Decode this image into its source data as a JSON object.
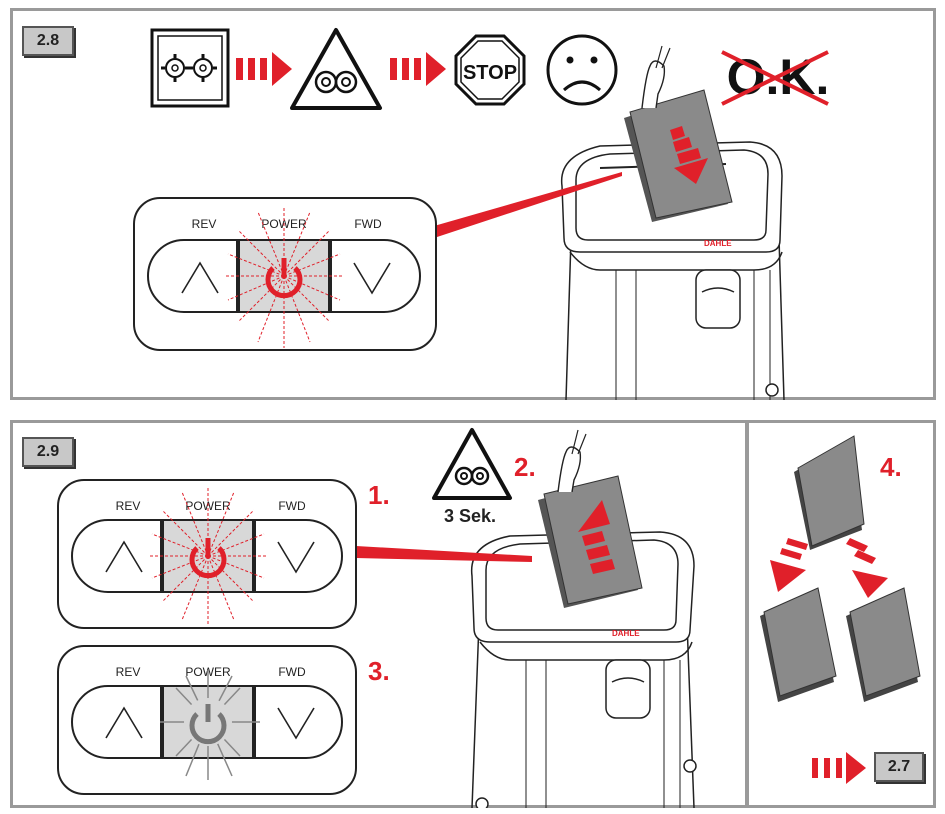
{
  "colors": {
    "red": "#e0202a",
    "panel_border": "#9a9a9a",
    "step_box": "#c8c8c8",
    "paper": "#8a8a8a"
  },
  "section_28": {
    "step": "2.8",
    "stop_sign": "STOP",
    "ok_text": "O.K.",
    "icons": [
      "gears-icon",
      "arrow-right-icon",
      "rotating-hazard-icon",
      "arrow-right-icon",
      "stop-sign-icon",
      "sad-face-icon",
      "crossed-ok-icon"
    ],
    "control": {
      "rev": "REV",
      "power": "POWER",
      "fwd": "FWD"
    },
    "brand": "DAHLE"
  },
  "section_29": {
    "step": "2.9",
    "n1": "1.",
    "n2": "2.",
    "n3": "3.",
    "sek": "3 Sek.",
    "control_top": {
      "rev": "REV",
      "power": "POWER",
      "fwd": "FWD"
    },
    "control_bottom": {
      "rev": "REV",
      "power": "POWER",
      "fwd": "FWD"
    },
    "brand": "DAHLE"
  },
  "section_side": {
    "n4": "4.",
    "next_step": "2.7"
  }
}
